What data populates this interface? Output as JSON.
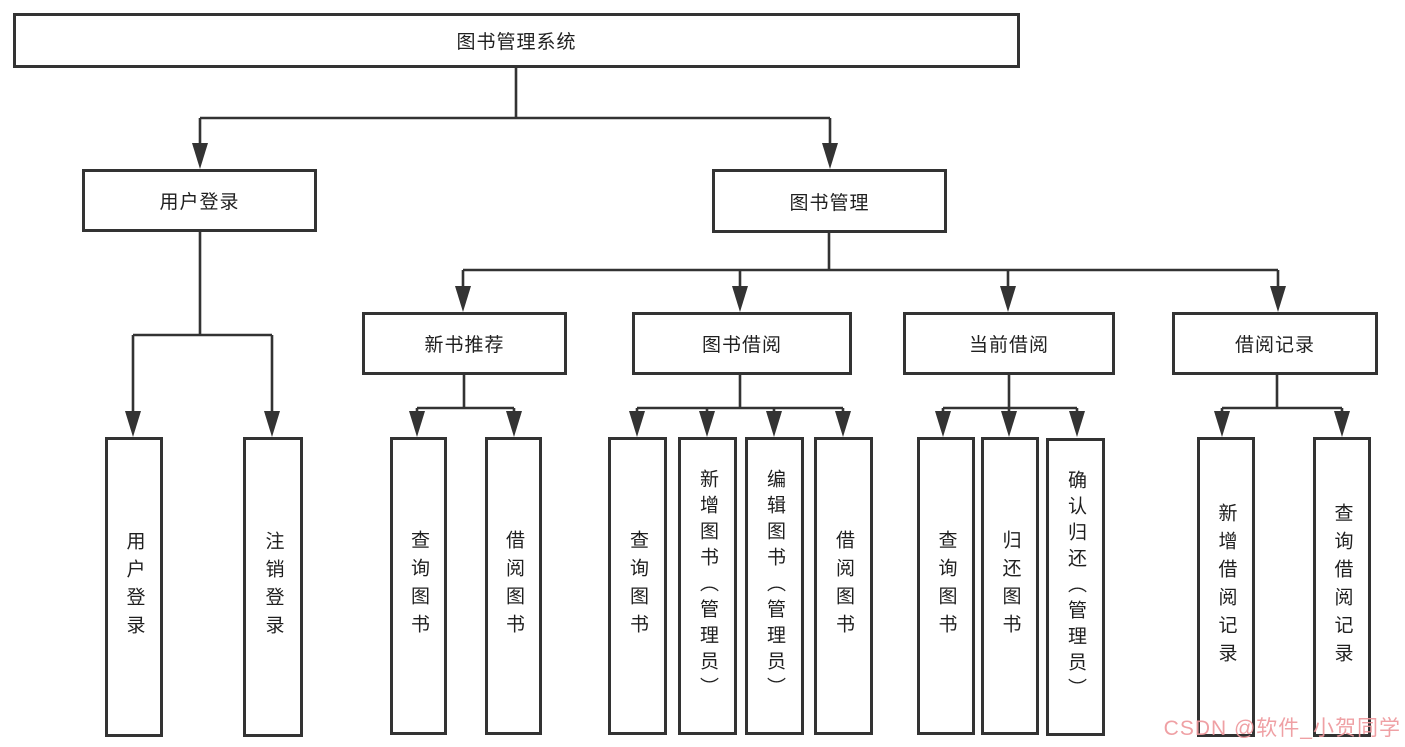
{
  "diagram": {
    "title_node": "图书管理系统",
    "nodes": {
      "user_login": {
        "label": "用户登录"
      },
      "book_mgmt": {
        "label": "图书管理"
      },
      "new_rec": {
        "label": "新书推荐"
      },
      "book_borrow": {
        "label": "图书借阅"
      },
      "cur_borrow": {
        "label": "当前借阅"
      },
      "records": {
        "label": "借阅记录"
      }
    },
    "leaves": {
      "login": {
        "label": "用户登录"
      },
      "logout": {
        "label": "注销登录"
      },
      "rec_query": {
        "label": "查询图书"
      },
      "rec_borrow": {
        "label": "借阅图书"
      },
      "bb_query": {
        "label": "查询图书"
      },
      "bb_add": {
        "label": "新增图书（管理员）"
      },
      "bb_edit": {
        "label": "编辑图书（管理员）"
      },
      "bb_borrow": {
        "label": "借阅图书"
      },
      "cb_query": {
        "label": "查询图书"
      },
      "cb_return": {
        "label": "归还图书"
      },
      "cb_confirm": {
        "label": "确认归还（管理员）"
      },
      "r_add": {
        "label": "新增借阅记录"
      },
      "r_query": {
        "label": "查询借阅记录"
      }
    }
  },
  "watermark": {
    "text": "CSDN @软件_小贺同学",
    "color": "#ee989c"
  },
  "colors": {
    "line": "#333333",
    "box_border": "#333333",
    "text": "#1f1f1f",
    "background": "#ffffff"
  }
}
